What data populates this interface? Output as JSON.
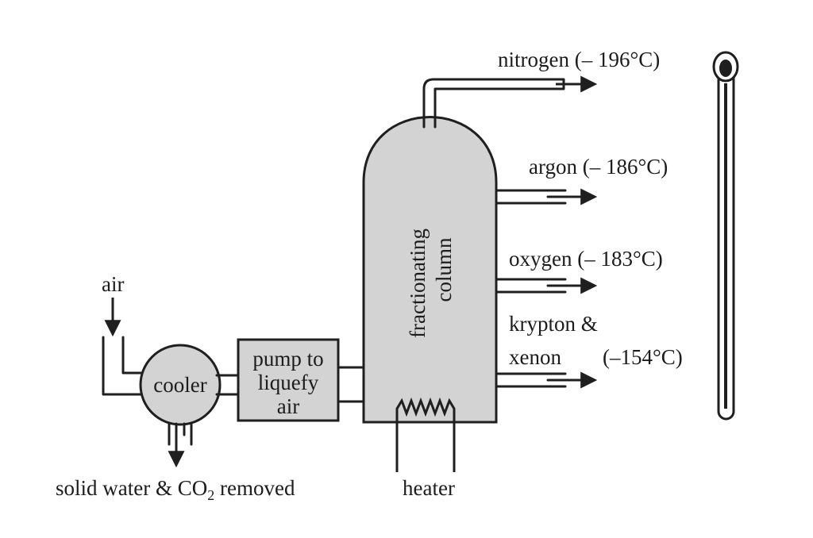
{
  "diagram": {
    "input_label": "air",
    "cooler_label": "cooler",
    "pump_label_lines": [
      "pump to",
      "liquefy",
      "air"
    ],
    "column_label_lines": [
      "fractionating",
      "column"
    ],
    "heater_label": "heater",
    "removed_label_prefix": "solid water & CO",
    "removed_label_subscript": "2",
    "removed_label_suffix": " removed",
    "outputs": [
      {
        "name": "nitrogen",
        "temperature": "(– 196°C)"
      },
      {
        "name": "argon",
        "temperature": "(– 186°C)"
      },
      {
        "name": "oxygen",
        "temperature": "(– 183°C)"
      },
      {
        "name_lines": [
          "krypton &",
          "xenon"
        ],
        "temperature": "(–154°C)"
      }
    ]
  },
  "colors": {
    "apparatus_fill": "#d3d3d3",
    "line": "#1f1f1f",
    "background": "#ffffff"
  }
}
